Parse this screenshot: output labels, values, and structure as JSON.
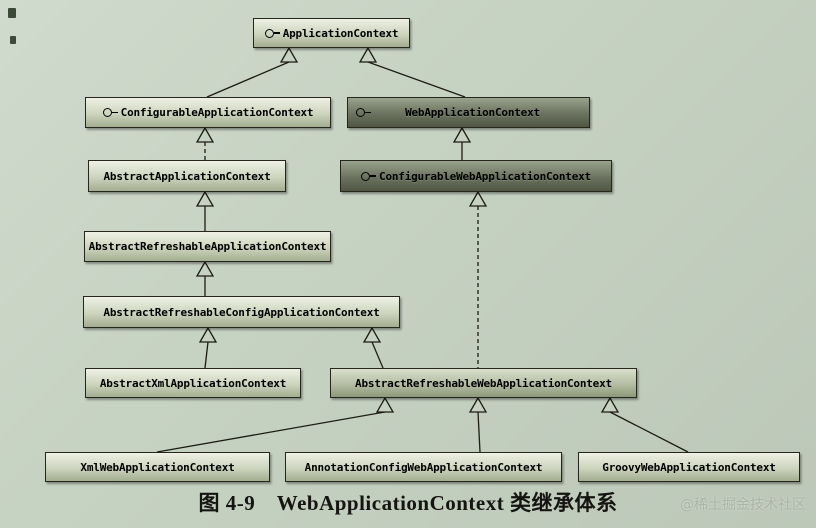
{
  "figure": {
    "caption": "图 4-9　WebApplicationContext 类继承体系",
    "watermark": "@稀土掘金技术社区"
  },
  "diagram": {
    "nodes": {
      "application_context": {
        "label": "ApplicationContext",
        "lollipop": true
      },
      "configurable_application_context": {
        "label": "ConfigurableApplicationContext",
        "lollipop": true
      },
      "web_application_context": {
        "label": "WebApplicationContext",
        "lollipop": true
      },
      "abstract_application_context": {
        "label": "AbstractApplicationContext",
        "lollipop": false
      },
      "configurable_web_application_context": {
        "label": "ConfigurableWebApplicationContext",
        "lollipop": true
      },
      "abstract_refreshable_application_context": {
        "label": "AbstractRefreshableApplicationContext",
        "lollipop": false
      },
      "abstract_refreshable_config_application_context": {
        "label": "AbstractRefreshableConfigApplicationContext",
        "lollipop": false
      },
      "abstract_xml_application_context": {
        "label": "AbstractXmlApplicationContext",
        "lollipop": false
      },
      "abstract_refreshable_web_application_context": {
        "label": "AbstractRefreshableWebApplicationContext",
        "lollipop": false
      },
      "xml_web_application_context": {
        "label": "XmlWebApplicationContext",
        "lollipop": false
      },
      "annotation_config_web_application_context": {
        "label": "AnnotationConfigWebApplicationContext",
        "lollipop": false
      },
      "groovy_web_application_context": {
        "label": "GroovyWebApplicationContext",
        "lollipop": false
      }
    }
  },
  "colors": {
    "page_bg": "#c6d2c2",
    "box_border": "#26261c",
    "line_color": "#1c1c14",
    "caption_color": "#141410",
    "watermark_color": "#a9b3a6"
  }
}
